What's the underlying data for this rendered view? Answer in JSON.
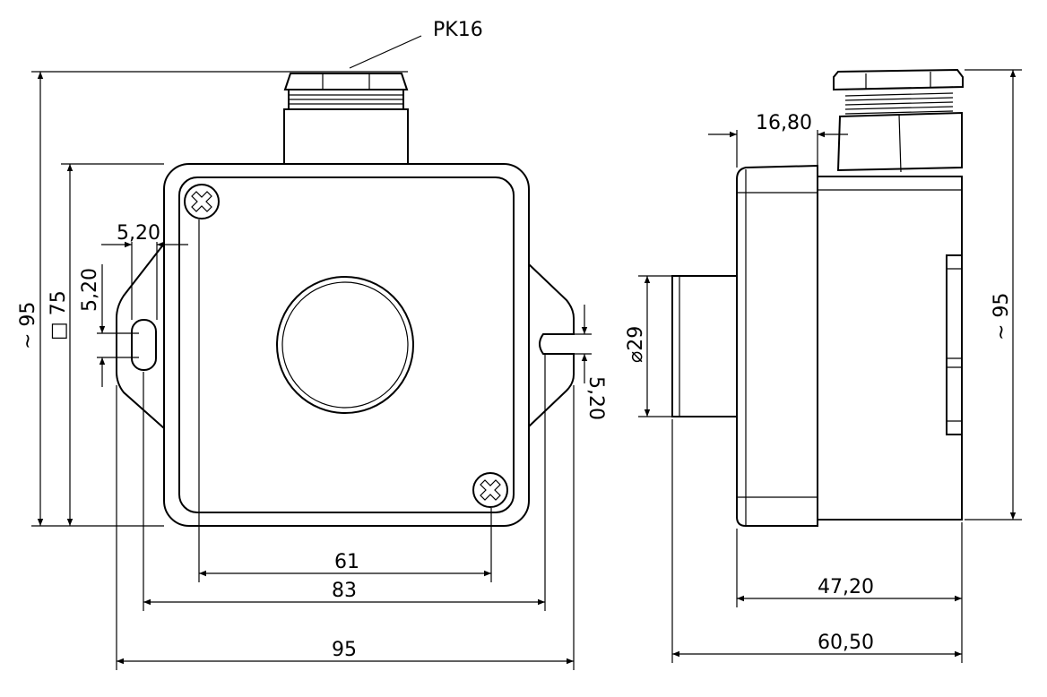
{
  "title_label": "PK16",
  "front_view": {
    "height_overall": "~ 95",
    "height_box": "□ 75",
    "ear_slot_width": "5,20",
    "ear_slot_height": "5,20",
    "right_slot_height": "5,20",
    "screw_spacing": "61",
    "mount_hole_spacing": "83",
    "width_overall": "95"
  },
  "side_view": {
    "lid_depth": "16,80",
    "button_diameter": "⌀29",
    "height_overall": "~ 95",
    "body_depth": "47,20",
    "depth_overall": "60,50"
  }
}
